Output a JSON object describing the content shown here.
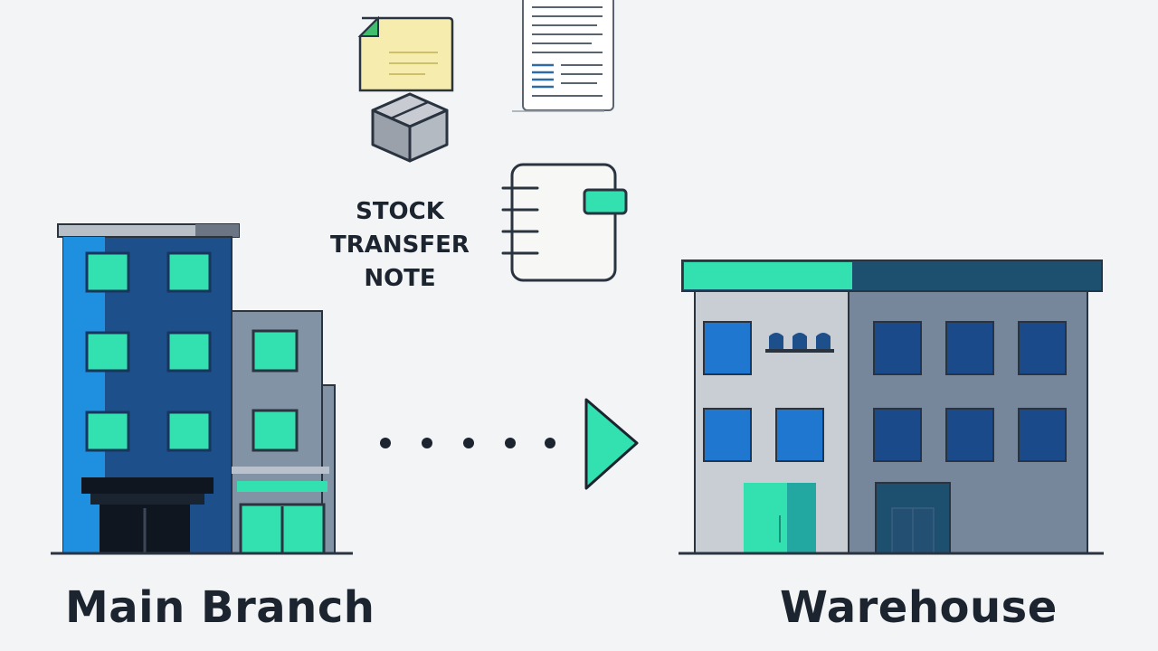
{
  "diagram": {
    "source_label": "Main Branch",
    "destination_label": "Warehouse",
    "document_title_lines": [
      "STOCK",
      "TRANSFER",
      "NOTE"
    ],
    "colors": {
      "background": "#f3f4f5",
      "accent": "#33e0b0",
      "blue": "#1f77d0",
      "navy": "#1d4f8a",
      "slate": "#8393a6",
      "ink": "#1c2430"
    },
    "icons": [
      "sticky-note-icon",
      "document-icon",
      "package-box-icon",
      "notebook-icon",
      "arrow-right-icon"
    ]
  }
}
